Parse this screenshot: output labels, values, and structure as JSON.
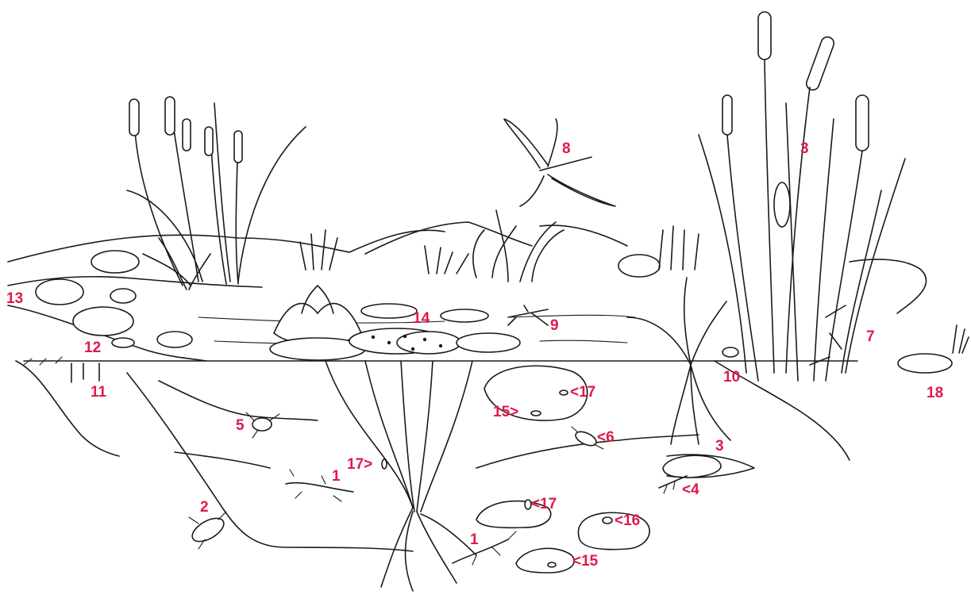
{
  "colors": {
    "label": "#e0194a",
    "ink": "#1a1a1a",
    "background": "#ffffff"
  },
  "labels": {
    "l1_upper": "1",
    "l1_lower": "1",
    "l2": "2",
    "l3_upper": "3",
    "l3_lower": "3",
    "l4": "<4",
    "l5": "5",
    "l6": "<6",
    "l7": "7",
    "l8": "8",
    "l9": "9",
    "l10": "10",
    "l11": "11",
    "l12": "12",
    "l13": "13",
    "l14": "14",
    "l15_stone": "15>",
    "l15_bottom": "<15",
    "l16": "<16",
    "l17_stone": "<17",
    "l17_roots": "17>",
    "l17_bottom": "<17",
    "l18": "18"
  }
}
